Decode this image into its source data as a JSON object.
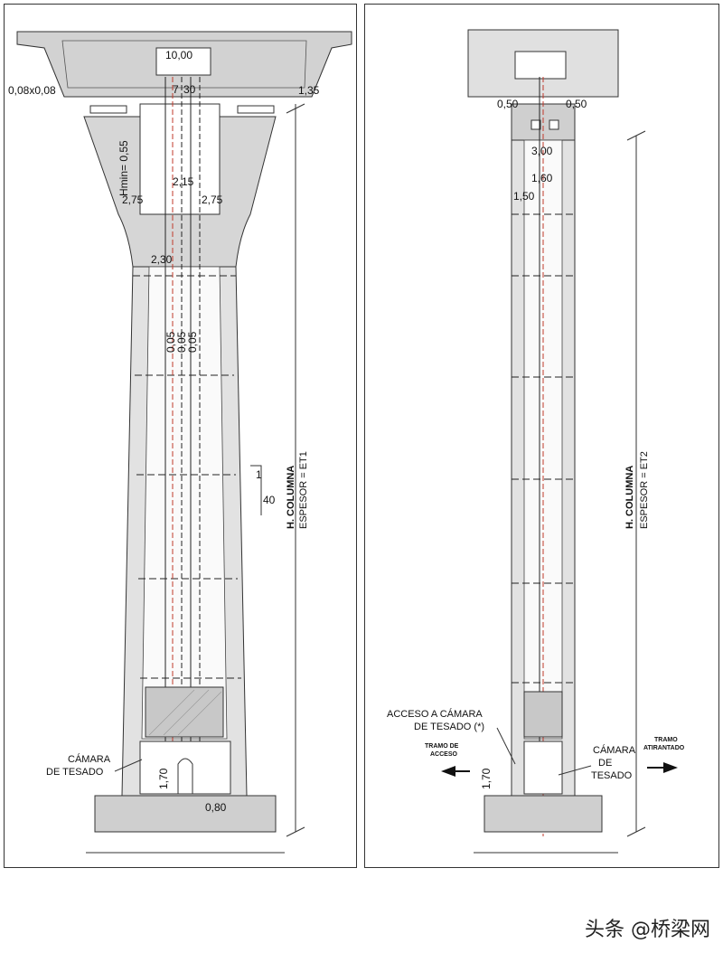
{
  "left": {
    "dims": {
      "top_width": "10,00",
      "d_7": "7",
      "d_30": "30",
      "chamfer": "0,08x0,08",
      "d_135": "1,35",
      "hmin": "Hmin= 0,55",
      "d_215": "2,15",
      "d_275a": "2,75",
      "d_275b": "2,75",
      "d_230": "2,30",
      "d_005a": "0,05",
      "d_005b": "0,05",
      "d_005c": "0,05",
      "slope_num": "1",
      "slope_den": "40",
      "d_170": "1,70",
      "d_080": "0,80"
    },
    "labels": {
      "h_columna": "H. COLUMNA",
      "espesor": "ESPESOR = ET1",
      "camara_1": "CÁMARA",
      "camara_2": "DE TESADO"
    }
  },
  "right": {
    "dims": {
      "d_050a": "0,50",
      "d_050b": "0,50",
      "d_300": "3,00",
      "d_160": "1,60",
      "d_150": "1,50",
      "d_170": "1,70"
    },
    "labels": {
      "h_columna": "H. COLUMNA",
      "espesor": "ESPESOR = ET2",
      "acceso_1": "ACCESO A CÁMARA",
      "acceso_2": "DE TESADO (*)",
      "tramo_acceso_1": "TRAMO DE",
      "tramo_acceso_2": "ACCESO",
      "tramo_atir_1": "TRAMO",
      "tramo_atir_2": "ATIRANTADO",
      "camara_1": "CÁMARA",
      "camara_2": "DE",
      "camara_3": "TESADO"
    }
  },
  "watermark": "头条 @桥梁网"
}
